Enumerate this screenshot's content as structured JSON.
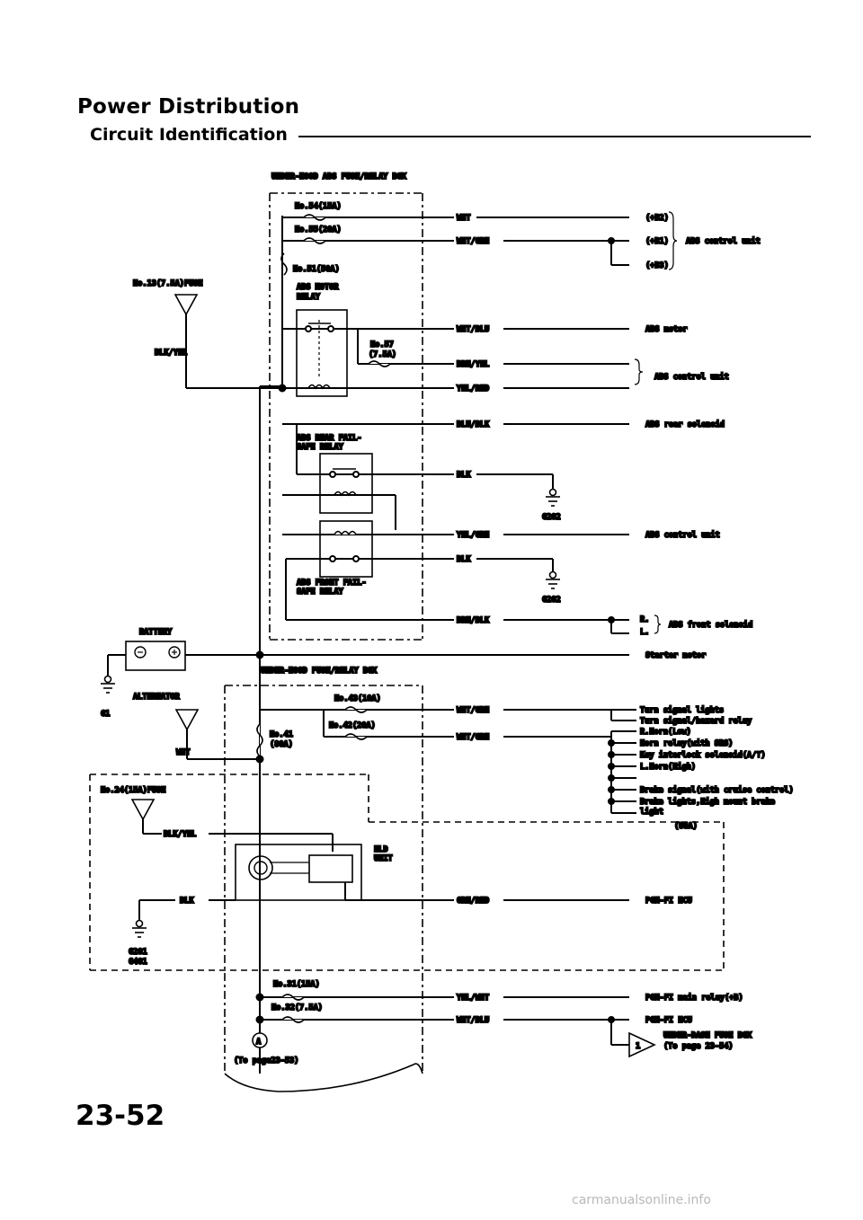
{
  "header": {
    "title": "Power Distribution",
    "subtitle": "Circuit Identification"
  },
  "page_number": "23-52",
  "watermark": "carmanualsonline.info",
  "boxes": {
    "abs_box": "UNDER-HOOD ABS FUSE/RELAY BOX",
    "hood_box": "UNDER-HOOD FUSE/RELAY BOX",
    "rear_relay": "ABS REAR FAIL-SAFE RELAY",
    "front_relay": "ABS FRONT FAIL-SAFE RELAY",
    "motor_relay": "ABS MOTOR RELAY",
    "eld": "ELD UNIT"
  },
  "fuses": {
    "f54": "No.54(15A)",
    "f55": "No.55(20A)",
    "f51": "No.51(50A)",
    "f57a": "No.57",
    "f57b": "(7.5A)",
    "f13": "No.13(7.5A)FUSE",
    "f43": "No.43(10A)",
    "f42": "No.42(20A)",
    "f41a": "No.41",
    "f41b": "(80A)",
    "f24": "No.24(15A)FUSE",
    "f31": "No.31(15A)",
    "f32": "No.32(7.5A)"
  },
  "wires": {
    "wht": "WHT",
    "wht_grn": "WHT/GRN",
    "wht_blu": "WHT/BLU",
    "brn_yel": "BRN/YEL",
    "yel_red": "YEL/RED",
    "blu_blk": "BLU/BLK",
    "blk": "BLK",
    "yel_grn": "YEL/GRN",
    "brn_blk": "BRN/BLK",
    "grn_red": "GRN/RED",
    "yel_wht": "YEL/WHT",
    "blk_yel": "BLK/YEL"
  },
  "grounds": {
    "g202": "G202",
    "g1": "G1",
    "g201": "G201",
    "g401": "G401"
  },
  "components": {
    "battery": "BATTERY",
    "alternator": "ALTERNATOR",
    "usa": "(USA)",
    "connector_a": "A",
    "to_53": "(To page23-53)",
    "connector_1": "1"
  },
  "destinations": {
    "b2": "(+B2)",
    "b1": "(+B1)",
    "b3": "(+B3)",
    "abs_ctrl": "ABS control unit",
    "abs_motor": "ABS motor",
    "abs_rear_sol": "ABS rear solenoid",
    "abs_front_sol": "ABS front solenoid",
    "r": "R.",
    "l": "L.",
    "starter": "Starter motor",
    "turn1": "Turn signal lights",
    "turn2": "Turn signal/hazard relay",
    "hornlow": "R.Horn(Low)",
    "hornrelay": "Horn relay(with SRS)",
    "keyint": "Key interlock solenoid(A/T)",
    "hornhigh": "L.Horn(High)",
    "brakesig": "Brake signal(with cruise control)",
    "brakelights1": "Brake lights,High mount brake",
    "brakelights2": "light",
    "pgm_ecu": "PGM-FI ECU",
    "pgm_main": "PGM-FI main relay(+B)",
    "under_dash1": "UNDER-DASH FUSE BOX",
    "under_dash2": "(To page 23-54)"
  }
}
